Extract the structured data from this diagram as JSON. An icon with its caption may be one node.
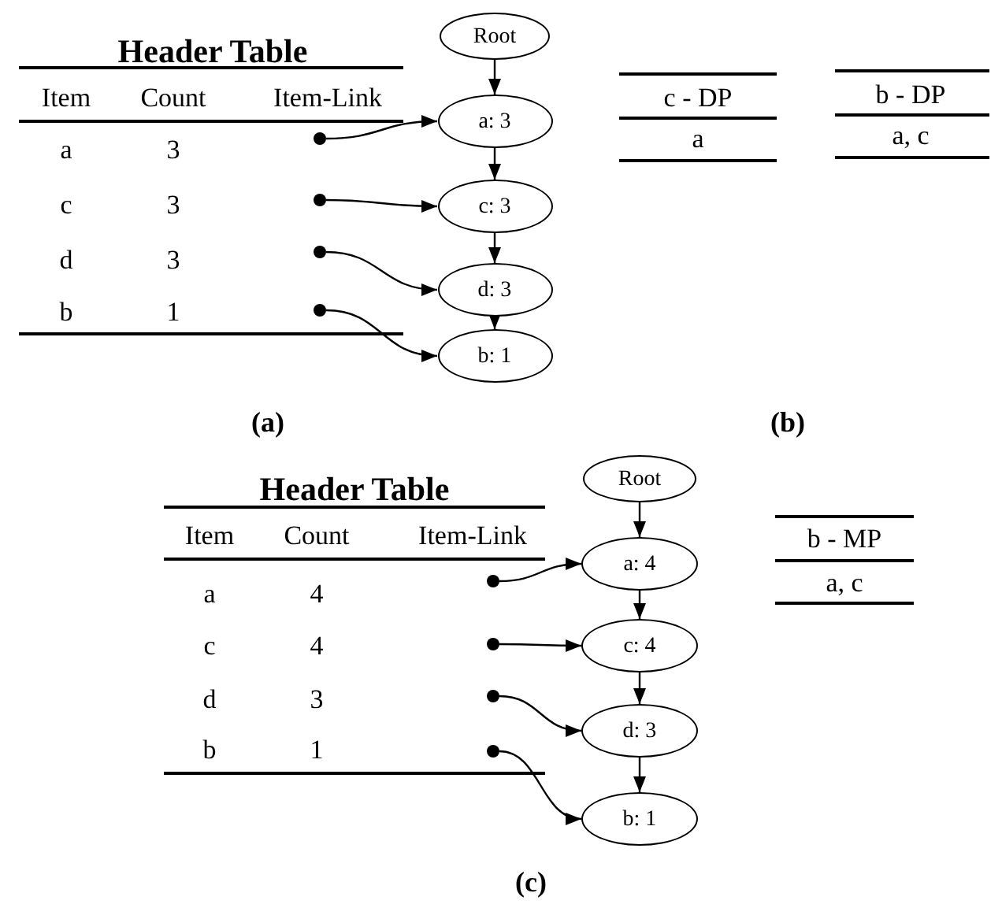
{
  "diagram": {
    "nodes": [
      {
        "text": [
          "Root"
        ]
      },
      {
        "text": [
          "a: 3"
        ]
      },
      {
        "text": [
          "c: 3"
        ]
      },
      {
        "text": [
          "d: 3"
        ]
      },
      {
        "text": [
          "b: 1"
        ]
      },
      {
        "text": [],
        "shape": "circle"
      },
      {
        "text": [],
        "shape": "circle"
      },
      {
        "text": [],
        "shape": "circle"
      },
      {
        "text": [],
        "shape": "circle"
      },
      {
        "text": [
          "Root"
        ]
      },
      {
        "text": [
          "a: 4"
        ]
      },
      {
        "text": [
          "c: 4"
        ]
      },
      {
        "text": [
          "d: 3"
        ]
      },
      {
        "text": [
          "b: 1"
        ]
      },
      {
        "text": [],
        "shape": "circle"
      },
      {
        "text": [],
        "shape": "circle"
      },
      {
        "text": [],
        "shape": "circle"
      },
      {
        "text": [],
        "shape": "circle"
      }
    ],
    "edges": [
      {
        "from": 0,
        "to": 1,
        "arrow": "to"
      },
      {
        "from": 1,
        "to": 2,
        "arrow": "to"
      },
      {
        "from": 2,
        "to": 3,
        "arrow": "to"
      },
      {
        "from": 3,
        "to": 4,
        "arrow": "to"
      },
      {
        "from": 5,
        "to": 1,
        "arrow": "to"
      },
      {
        "from": 6,
        "to": 2,
        "arrow": "to"
      },
      {
        "from": 7,
        "to": 3,
        "arrow": "to"
      },
      {
        "from": 8,
        "to": 4,
        "arrow": "to"
      },
      {
        "from": 9,
        "to": 10,
        "arrow": "to"
      },
      {
        "from": 10,
        "to": 11,
        "arrow": "to"
      },
      {
        "from": 11,
        "to": 12,
        "arrow": "to"
      },
      {
        "from": 12,
        "to": 13,
        "arrow": "to"
      },
      {
        "from": 14,
        "to": 10,
        "arrow": "to"
      },
      {
        "from": 15,
        "to": 11,
        "arrow": "to"
      },
      {
        "from": 16,
        "to": 12,
        "arrow": "to"
      },
      {
        "from": 17,
        "to": 13,
        "arrow": "to"
      }
    ],
    "labels": [
      "Header Table",
      "Item",
      "Count",
      "Item-Link",
      "a",
      "3",
      "c",
      "3",
      "d",
      "3",
      "b",
      "1",
      "c - DP",
      "a",
      "b - DP",
      "a, c",
      "(a)",
      "(b)",
      "Header Table",
      "Item",
      "Count",
      "Item-Link",
      "a",
      "4",
      "c",
      "4",
      "d",
      "3",
      "b",
      "1",
      "b - MP",
      "a, c",
      "(c)"
    ]
  }
}
